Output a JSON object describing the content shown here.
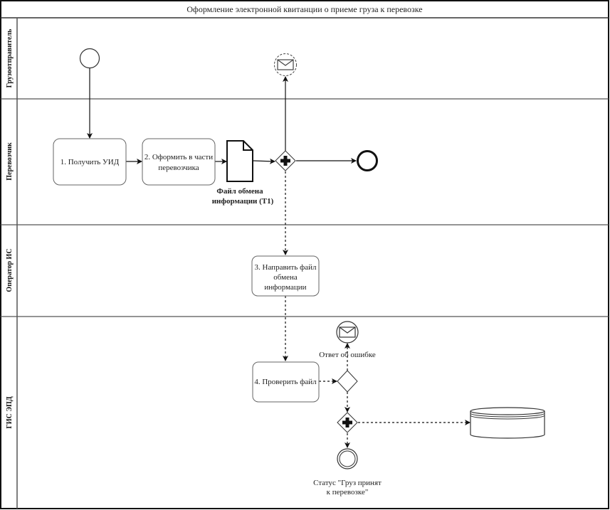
{
  "title": "Оформление электронной квитанции о приеме груза к перевозке",
  "lanes": [
    {
      "label": "Грузоотправитель"
    },
    {
      "label": "Перевозчик"
    },
    {
      "label": "Оператор ИС"
    },
    {
      "label": "ГИС ЭПД"
    }
  ],
  "tasks": [
    {
      "lines": [
        "1. Получить  УИД"
      ]
    },
    {
      "lines": [
        "2. Оформить в части",
        "перевозчика"
      ]
    },
    {
      "lines": [
        "3. Направить файл",
        "обмена",
        "информации"
      ]
    },
    {
      "lines": [
        "4. Проверить файл"
      ]
    }
  ],
  "document": {
    "lines": [
      "Файл обмена",
      "информации (Т1)"
    ]
  },
  "events": {
    "error_message_label": "Ответ об ошибке",
    "status_label_lines": [
      "Статус \"Груз принят",
      "к перевозке\""
    ]
  },
  "icons": {
    "start": "start-event-icon",
    "message_intermediate": "envelope-icon",
    "end": "end-event-icon",
    "parallel_gateway": "plus-icon",
    "exclusive_gateway": "diamond-icon",
    "data_store": "database-icon",
    "document": "document-icon"
  }
}
